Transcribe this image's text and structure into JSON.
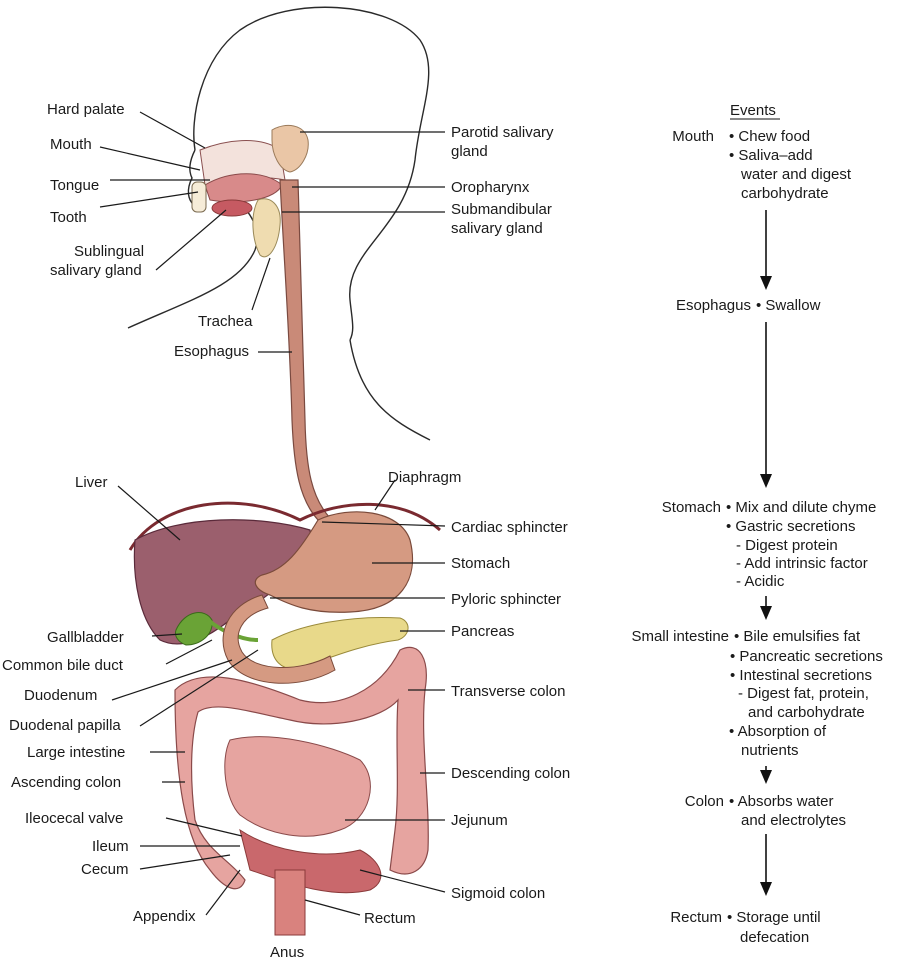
{
  "labels": {
    "hard_palate": "Hard palate",
    "mouth": "Mouth",
    "tongue": "Tongue",
    "tooth": "Tooth",
    "sublingual_1": "Sublingual",
    "sublingual_2": "salivary gland",
    "trachea": "Trachea",
    "esophagus": "Esophagus",
    "parotid_1": "Parotid salivary",
    "parotid_2": "gland",
    "oropharynx": "Oropharynx",
    "submandibular_1": "Submandibular",
    "submandibular_2": "salivary gland",
    "liver": "Liver",
    "diaphragm": "Diaphragm",
    "cardiac_sphincter": "Cardiac sphincter",
    "stomach": "Stomach",
    "pyloric_sphincter": "Pyloric sphincter",
    "pancreas": "Pancreas",
    "gallbladder": "Gallbladder",
    "common_bile_duct": "Common bile duct",
    "duodenum": "Duodenum",
    "duodenal_papilla": "Duodenal papilla",
    "large_intestine": "Large intestine",
    "ascending_colon": "Ascending colon",
    "ileocecal_valve": "Ileocecal valve",
    "ileum": "Ileum",
    "cecum": "Cecum",
    "appendix": "Appendix",
    "anus": "Anus",
    "transverse_colon": "Transverse colon",
    "descending_colon": "Descending colon",
    "jejunum": "Jejunum",
    "sigmoid_colon": "Sigmoid colon",
    "rectum": "Rectum"
  },
  "events": {
    "heading": "Events",
    "mouth": {
      "site": "Mouth",
      "lines": [
        "• Chew food",
        "• Saliva–add",
        "water and digest",
        "carbohydrate"
      ]
    },
    "esophagus": {
      "site": "Esophagus",
      "lines": [
        "• Swallow"
      ]
    },
    "stomach": {
      "site": "Stomach",
      "lines": [
        "• Mix and dilute chyme",
        "• Gastric secretions",
        "- Digest protein",
        "- Add intrinsic factor",
        "- Acidic"
      ]
    },
    "small_intestine": {
      "site": "Small intestine",
      "lines": [
        "• Bile emulsifies fat",
        "• Pancreatic secretions",
        "• Intestinal secretions",
        "- Digest fat, protein,",
        "and carbohydrate",
        "• Absorption of",
        "nutrients"
      ]
    },
    "colon": {
      "site": "Colon",
      "lines": [
        "• Absorbs water",
        "and electrolytes"
      ]
    },
    "rectum": {
      "site": "Rectum",
      "lines": [
        "• Storage until",
        "defecation"
      ]
    }
  },
  "colors": {
    "esophagus": "#c98a78",
    "stomach": "#d59a82",
    "liver": "#9b5f6d",
    "gallbladder": "#6aa336",
    "pancreas": "#e8d98a",
    "intestine": "#e6a4a0",
    "intestine_dark": "#c9686c",
    "gland": "#eac6a6"
  }
}
